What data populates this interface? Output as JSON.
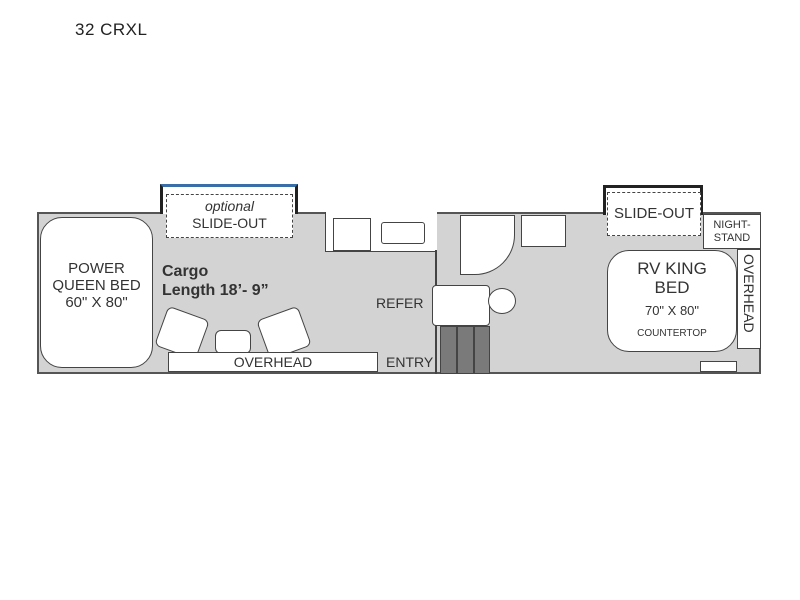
{
  "title": "32 CRXL",
  "rooms": {
    "front_slide_optional": "optional",
    "front_slide_label": "SLIDE-OUT",
    "queen_bed_line1": "POWER",
    "queen_bed_line2": "QUEEN BED",
    "queen_bed_size": "60\" X 80\"",
    "cargo_line1": "Cargo",
    "cargo_line2": "Length 18’- 9”",
    "overhead_front": "OVERHEAD",
    "entry": "ENTRY",
    "refer": "REFER",
    "rear_slide_label": "SLIDE-OUT",
    "nightstand_line1": "NIGHT-",
    "nightstand_line2": "STAND",
    "king_bed_line1": "RV KING",
    "king_bed_line2": "BED",
    "king_bed_size": "70\" X 80\"",
    "countertop": "COUNTERTOP",
    "overhead_rear": "OVERHEAD"
  }
}
